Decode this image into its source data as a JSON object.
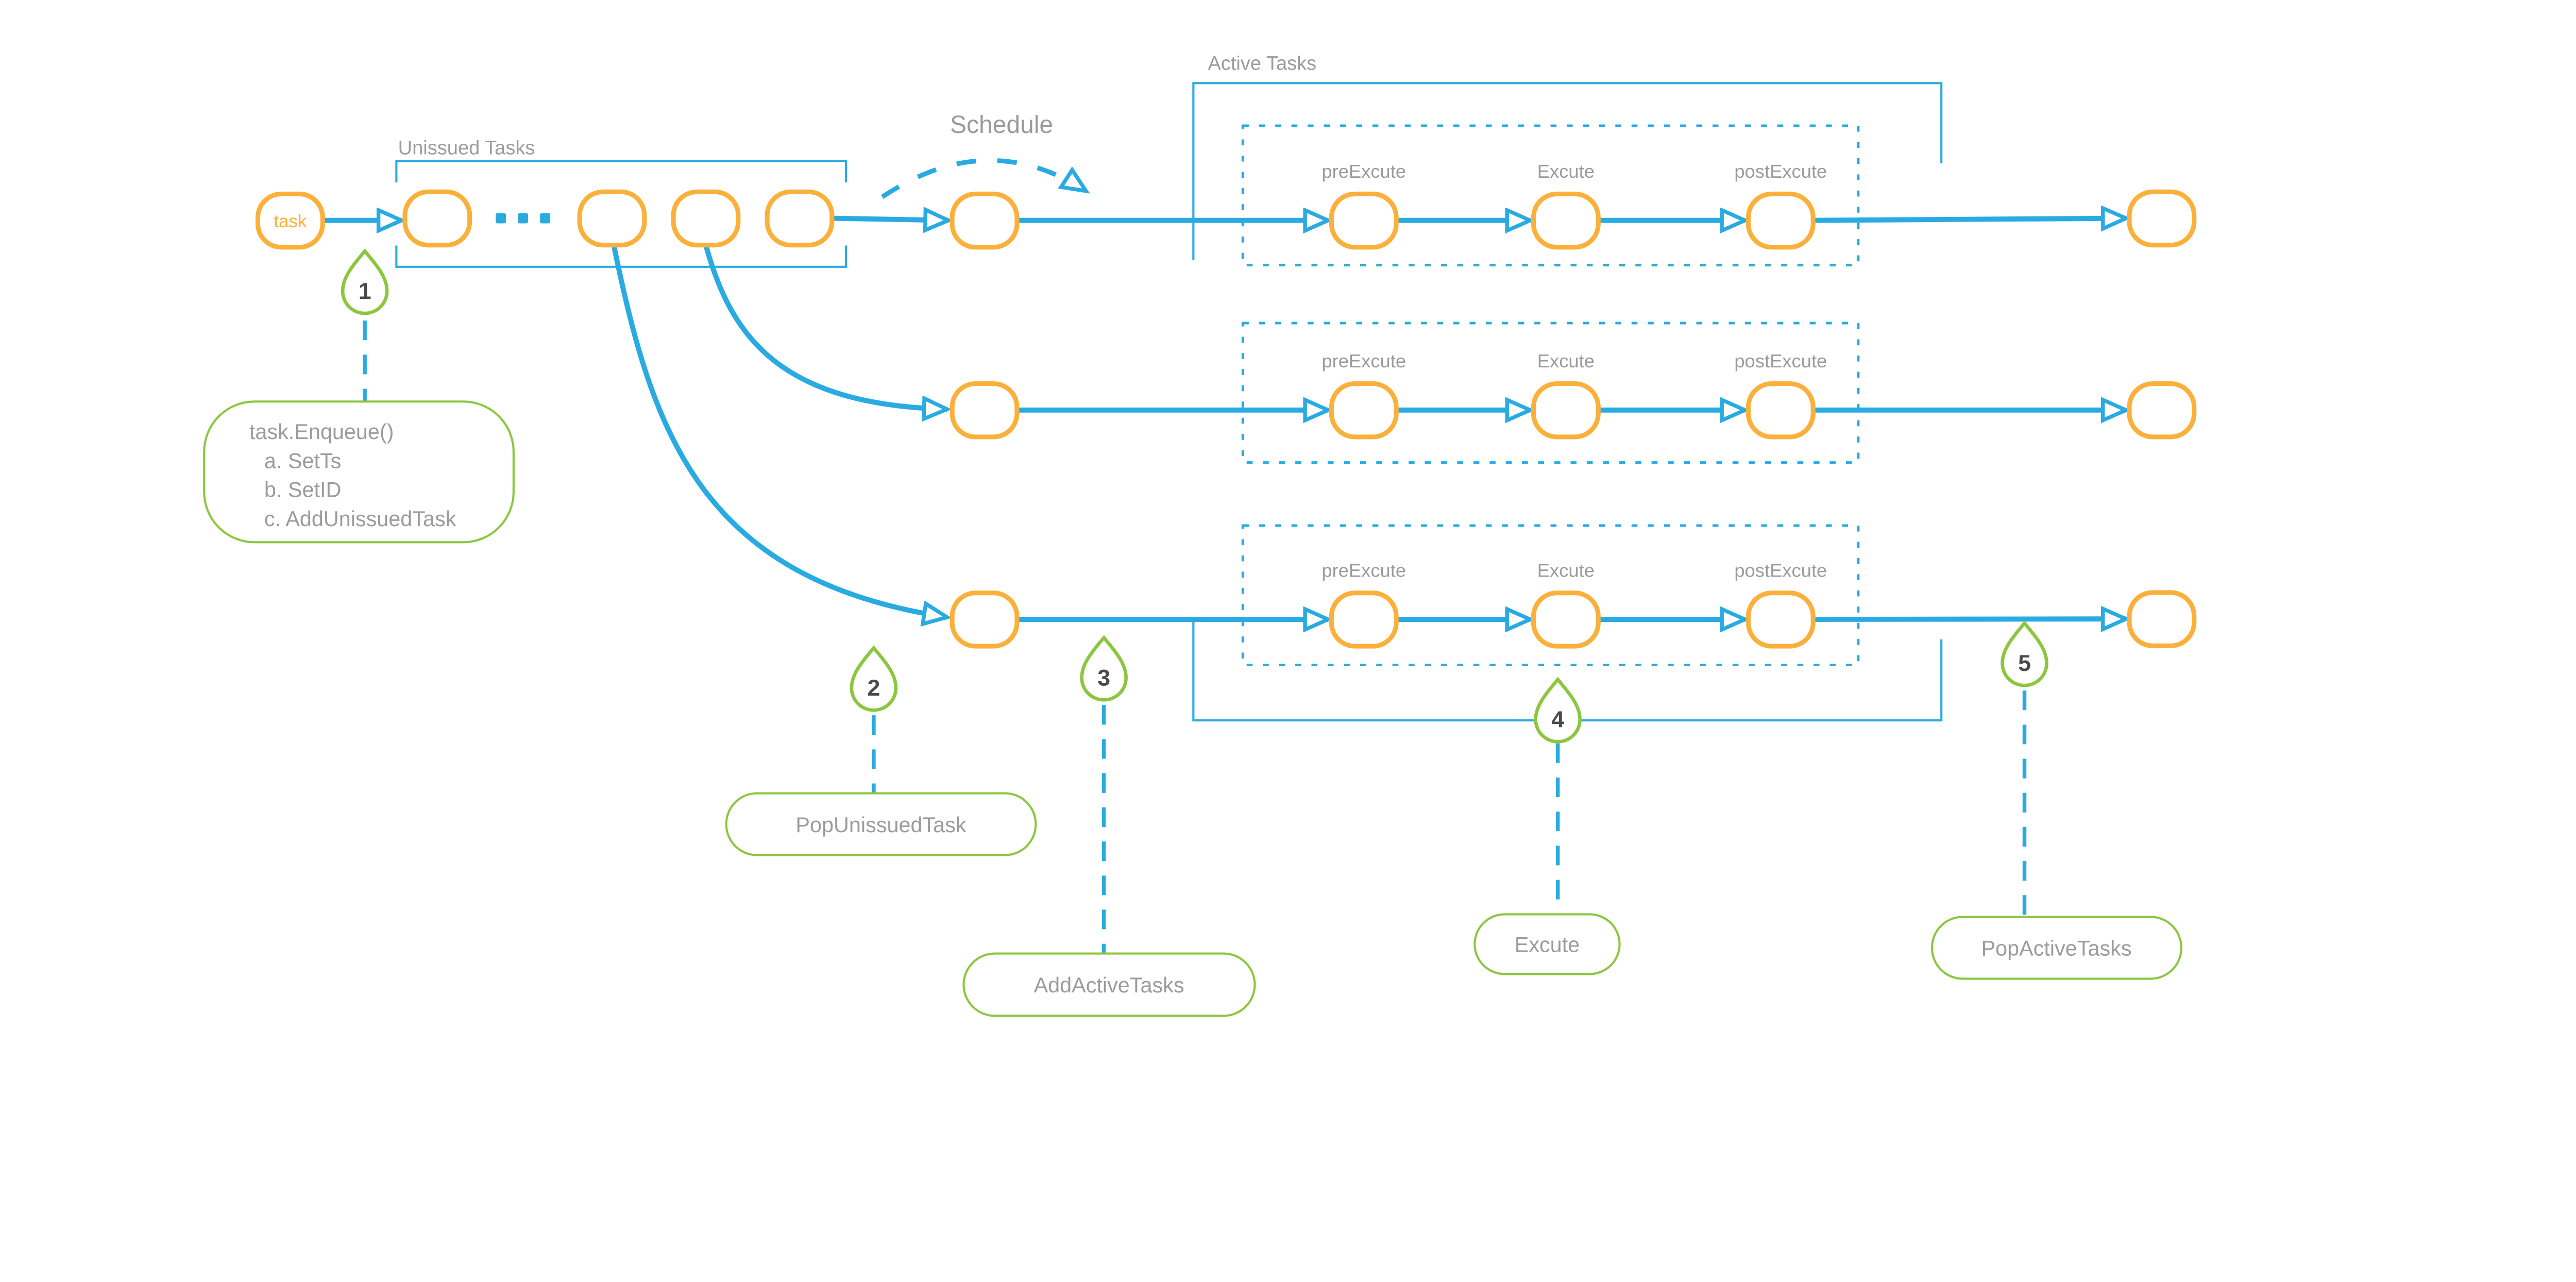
{
  "colors": {
    "blue": "#29ABE2",
    "orange": "#FBB03B",
    "green": "#8CC63F",
    "label-gray": "#9B9B9B",
    "number-dark": "#4A4A4A"
  },
  "labels": {
    "unissued_tasks": "Unissued Tasks",
    "schedule": "Schedule",
    "active_tasks": "Active Tasks",
    "task_node": "task"
  },
  "stages": {
    "pre": "preExcute",
    "exec": "Excute",
    "post": "postExcute"
  },
  "steps": [
    {
      "number": "1",
      "label_lines": [
        "task.Enqueue()",
        "a. SetTs",
        "b. SetID",
        "c. AddUnissuedTask"
      ]
    },
    {
      "number": "2",
      "label": "PopUnissuedTask"
    },
    {
      "number": "3",
      "label": "AddActiveTasks"
    },
    {
      "number": "4",
      "label": "Excute"
    },
    {
      "number": "5",
      "label": "PopActiveTasks"
    }
  ]
}
